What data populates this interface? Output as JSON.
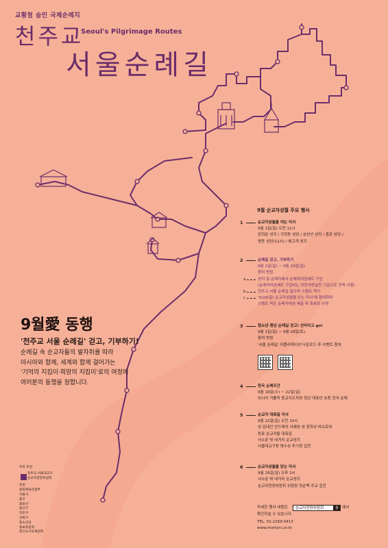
{
  "header": {
    "subtitle": "교황청 승인 국제순례지",
    "title_line1": "천주교",
    "title_en": "Seoul's Pilgrimage Routes",
    "title_line2": "서울순례길"
  },
  "campaign": {
    "title": "9월愛 동행",
    "subtitle": "'천주교 서울 순례길' 걷고, 기부하기!",
    "body": [
      "순례길 속 순교자들의 발자취를 따라",
      "아시아와 함께, 세계와 함께 걸어가는",
      "'기억의 지킴이·희망의 지킴이'로의 여정에",
      "여러분의 동행을 청합니다."
    ]
  },
  "events": {
    "title": "9월 순교자성월 주요 행사",
    "items": [
      {
        "num": "1",
        "lines": [
          "순교자성월을 여는 미사",
          "9월 1일(일) 오전 11시",
          "광희문 성지 / 가회동 성당 / 삼성산 성지 / 종로 성당 /",
          "명동 성당(12시) / 왜고개 성지"
        ]
      },
      {
        "num": "2",
        "lines": [
          "순례길 걷고, 기부하기",
          "9월 1일(일) ~ 9월 29일(일)",
          "참여 방법"
        ],
        "sub": [
          {
            "mark": "a",
            "lines": [
              "성지 및 순례지에서 순례자여권세트 구입",
              "(순례자여권세트 구입비는 이웃사랑실천 기금으로 전액 사용)"
            ]
          },
          {
            "mark": "b",
            "lines": [
              "천주교 서울 순례길 걸으며 스탬프 찍기"
            ]
          },
          {
            "mark": "c",
            "lines": [
              "'9/29(일) 순교자성월을 닫는 미사'에 참여하며",
              "스탬프 찍은 순례자여권 제출 후 축복장 수령"
            ]
          }
        ]
      },
      {
        "num": "3",
        "lines": [
          "청소년·청년 순례길 걷고! 산티아고 go!",
          "9월 1일(일) ~ 9월 28일(토)",
          "참여 방법",
          "'서울 순례길' 어플리케이션 다운로드 후 이벤트 참여"
        ]
      },
      {
        "num": "4",
        "lines": [
          "한국 순례주간",
          "9월 18일(수) ~ 22일(일)",
          "아시아 가톨릭 종교지도자와 청년 대표단 초청 한국 순례"
        ]
      },
      {
        "num": "5",
        "lines": [
          "순교자 대축일 미사",
          "9월 22일(일) 오전 10시",
          "성 김대건 안드레아 사제와 성 정하상 바오로와",
          "동료 순교자들 대축일",
          "서소문 밖 네거리 순교성지",
          "서울대교구청 명수성 추기경 집전"
        ]
      },
      {
        "num": "6",
        "lines": [
          "순교자성월을 닫는 미사",
          "9월 29일(일) 오후 3시",
          "서소문 밖 네거리 순교성지",
          "순교자현양위원회 위원장 정순택 주교 집전"
        ]
      }
    ],
    "footer": {
      "prefix": "자세한 행사 내용은",
      "search_text": "순교자현양위원회",
      "suffix": "에서",
      "line2": "확인하실 수 있습니다.",
      "tel": "TEL. 02.2269.0413",
      "url": "www.martyrs.or.kr"
    }
  },
  "sponsor": {
    "host_label": "주최 주관",
    "host_name": "천주교 서울대교구",
    "host_name2": "순교자현양위원회",
    "support_label": "후원",
    "supporters": [
      "문화체육관광부",
      "서울시",
      "중구",
      "종로구",
      "용산구",
      "마포구",
      "강북구",
      "청소년과",
      "홍보위원회",
      "명신도시도재원회"
    ]
  },
  "colors": {
    "background": "#f6b097",
    "route": "#6b2d6a",
    "river": "#f3a48a"
  }
}
